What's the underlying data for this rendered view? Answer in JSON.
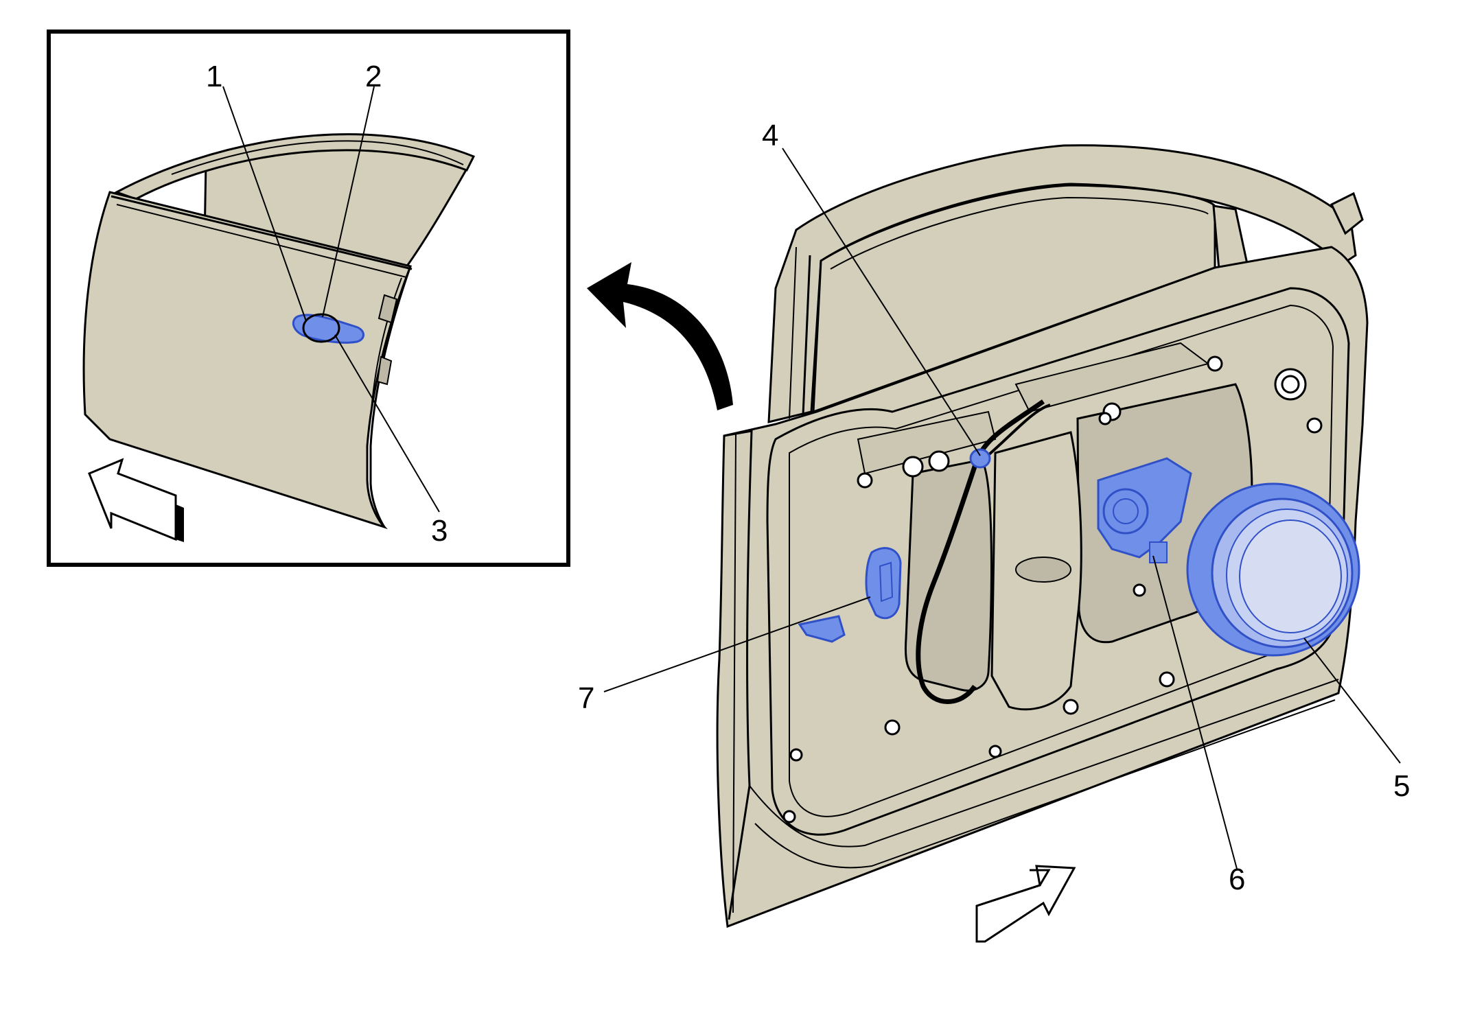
{
  "diagram": {
    "callouts": [
      {
        "id": "1",
        "label": "1"
      },
      {
        "id": "2",
        "label": "2"
      },
      {
        "id": "3",
        "label": "3"
      },
      {
        "id": "4",
        "label": "4"
      },
      {
        "id": "5",
        "label": "5"
      },
      {
        "id": "6",
        "label": "6"
      },
      {
        "id": "7",
        "label": "7"
      }
    ],
    "colors": {
      "panel_fill": "#d3cfbb",
      "highlight_fill": "#6f8fe8",
      "highlight_stroke": "#3050c8",
      "line": "#000000"
    },
    "icons": [
      "forward-direction-arrow-icon",
      "inset-transition-arrow-icon"
    ]
  }
}
